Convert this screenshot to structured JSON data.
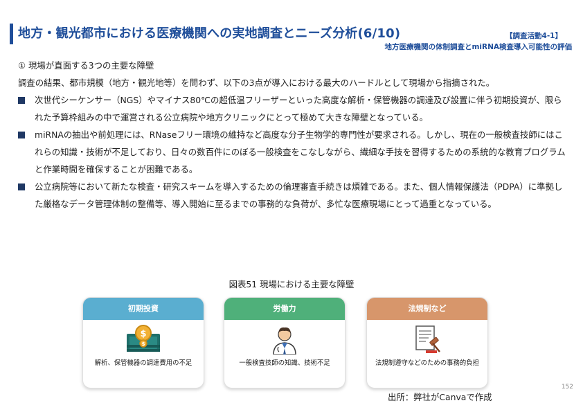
{
  "header": {
    "title": "地方・観光都市における医療機関への実地調査とニーズ分析(6/10)",
    "activity_tag": "【調査活動4-1】",
    "subtitle": "地方医療機関の体制調査とmiRNA検査導入可能性の評価"
  },
  "body": {
    "section_heading": "① 現場が直面する3つの主要な障壁",
    "intro": "調査の結果、都市規模（地方・観光地等）を問わず、以下の3点が導入における最大のハードルとして現場から指摘された。",
    "bullets": [
      "次世代シーケンサー（NGS）やマイナス80℃の超低温フリーザーといった高度な解析・保管機器の調達及び設置に伴う初期投資が、限られた予算枠組みの中で運営される公立病院や地方クリニックにとって極めて大きな障壁となっている。",
      "miRNAの抽出や前処理には、RNaseフリー環境の維持など高度な分子生物学的専門性が要求される。しかし、現在の一般検査技師にはこれらの知識・技術が不足しており、日々の数百件にのぼる一般検査をこなしながら、繊細な手技を習得するための系統的な教育プログラムと作業時間を確保することが困難である。",
      "公立病院等において新たな検査・研究スキームを導入するための倫理審査手続きは煩雑である。また、個人情報保護法（PDPA）に準拠した厳格なデータ管理体制の整備等、導入開始に至るまでの事務的な負荷が、多忙な医療現場にとって過重となっている。"
    ]
  },
  "figure": {
    "caption": "図表51 現場における主要な障壁",
    "cards": [
      {
        "header": "初期投資",
        "text": "解析、保管機器の調達費用の不足",
        "color": "#5aaed0",
        "icon": "money-icon"
      },
      {
        "header": "労働力",
        "text": "一般検査技師の知識、技術不足",
        "color": "#4fb07a",
        "icon": "doctor-icon"
      },
      {
        "header": "法規制など",
        "text": "法規制遵守などのための事務的負担",
        "color": "#d7966b",
        "icon": "legal-document-icon"
      }
    ]
  },
  "footer": {
    "page_number": "152",
    "source": "出所：弊社がCanvaで作成"
  },
  "colors": {
    "accent": "#1f4e9a",
    "bullet": "#1f3864"
  }
}
